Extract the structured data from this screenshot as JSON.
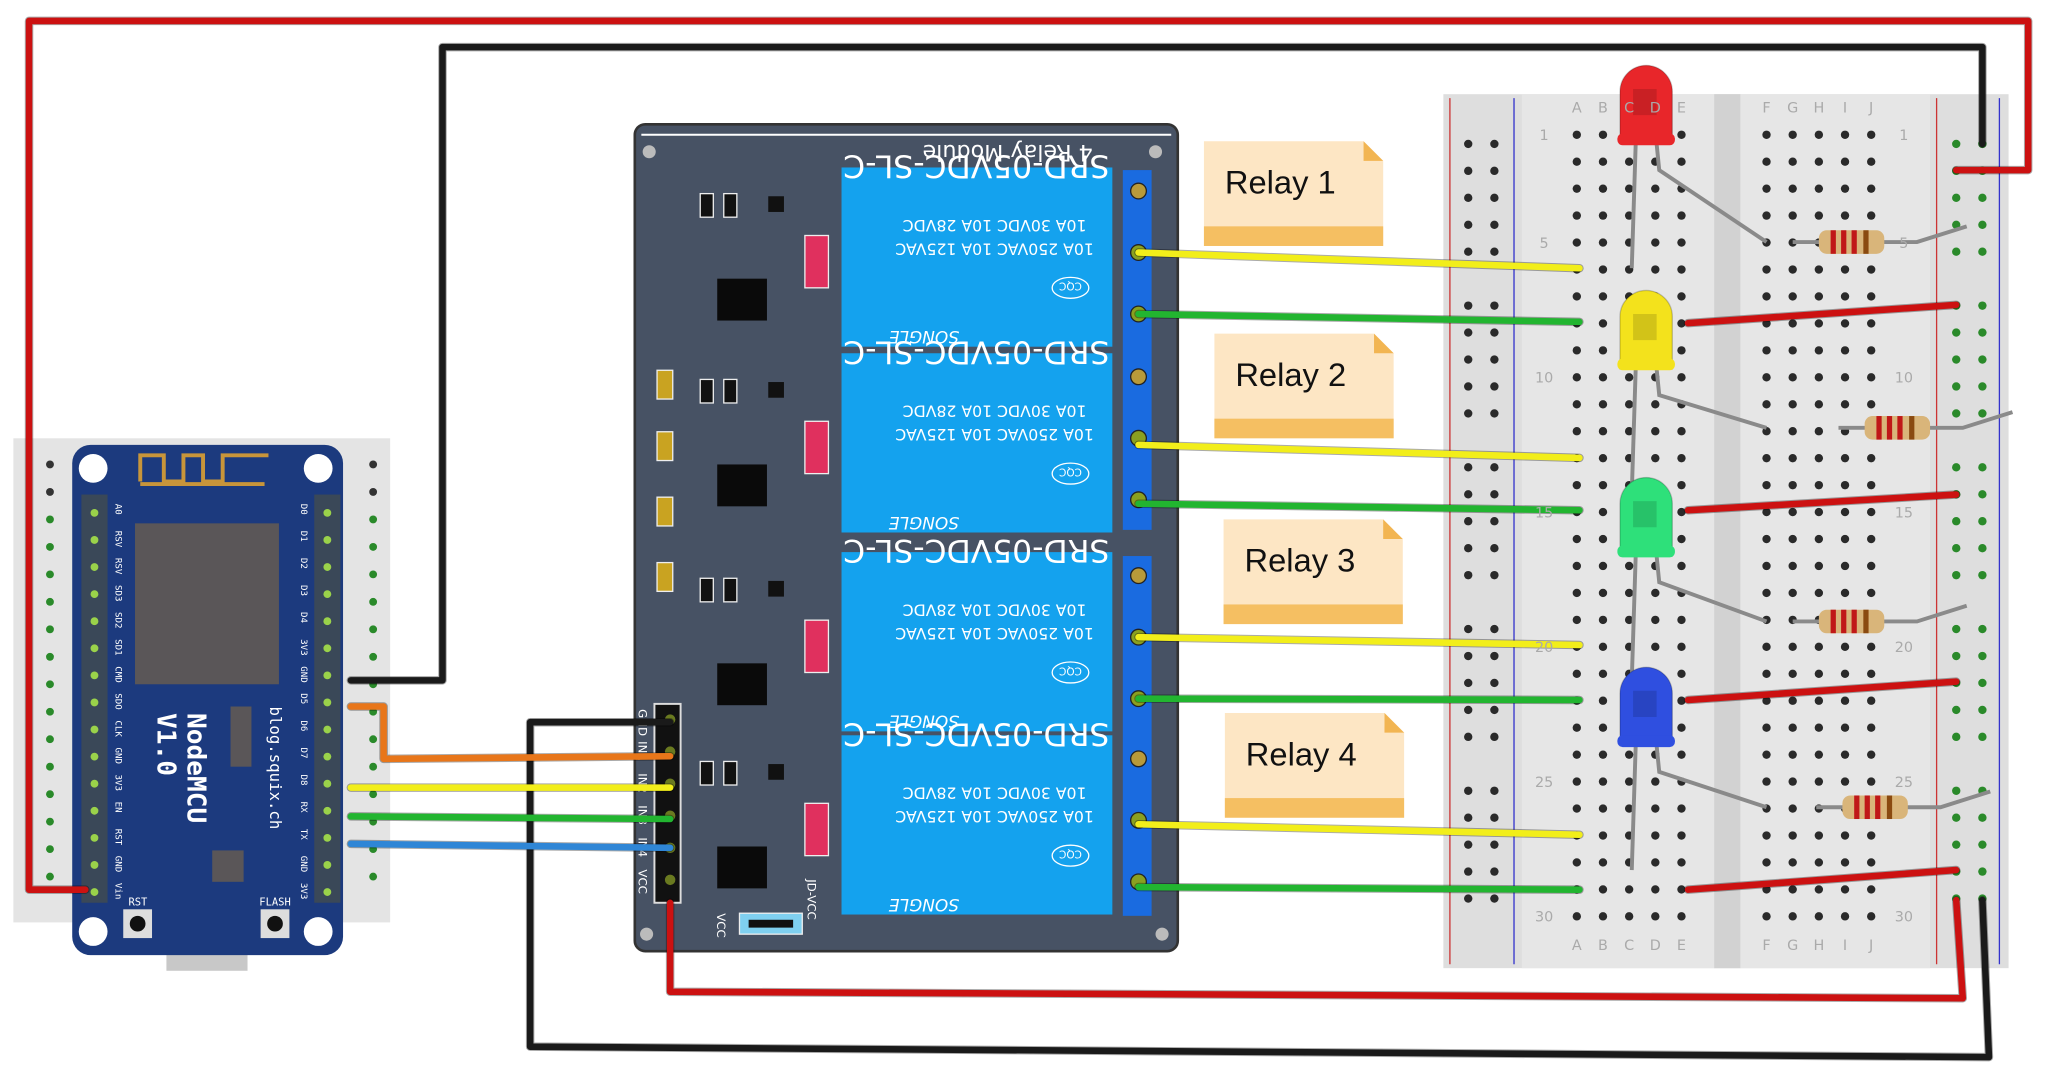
{
  "nodemcu": {
    "name": "NodeMCU",
    "version": "V1.0",
    "site": "blog.squix.ch",
    "rst_label": "RST",
    "flash_label": "FLASH",
    "left_pins": [
      "A0",
      "RSV",
      "RSV",
      "SD3",
      "SD2",
      "SD1",
      "CMD",
      "SDO",
      "CLK",
      "GND",
      "3V3",
      "EN",
      "RST",
      "GND",
      "Vin"
    ],
    "right_pins": [
      "D0",
      "D1",
      "D2",
      "D3",
      "D4",
      "3V3",
      "GND",
      "D5",
      "D6",
      "D7",
      "D8",
      "RX",
      "TX",
      "GND",
      "3V3"
    ],
    "board_color": "#1c3a7e"
  },
  "relay_module": {
    "title": "4 Relay Module",
    "header_pins": [
      "GND",
      "IN1",
      "IN2",
      "IN3",
      "IN4",
      "VCC"
    ],
    "jumper_left": "VCC",
    "jumper_right": "JD-VCC",
    "relay_model": "SRD-05VDC-SL-C",
    "rating_line1": "10A 250VAC  10A 125VAC",
    "rating_line2": "10A 30VDC  10A 28VDC",
    "brand": "SONGLE",
    "cert": "CQC",
    "board_color": "#475264",
    "relay_color": "#14a2ee"
  },
  "relay_notes": [
    "Relay 1",
    "Relay 2",
    "Relay 3",
    "Relay 4"
  ],
  "breadboard": {
    "columns_left": [
      "A",
      "B",
      "C",
      "D",
      "E"
    ],
    "columns_right": [
      "F",
      "G",
      "H",
      "I",
      "J"
    ],
    "row_numbers": [
      "1",
      "5",
      "10",
      "15",
      "20",
      "25",
      "30"
    ]
  },
  "leds": [
    {
      "color": "red",
      "hex": "#e8262a"
    },
    {
      "color": "yellow",
      "hex": "#f3e21c"
    },
    {
      "color": "green",
      "hex": "#2ee07a"
    },
    {
      "color": "blue",
      "hex": "#2f4fe0"
    }
  ],
  "wire_colors": {
    "power": "#cc1111",
    "ground": "#1a1a1a",
    "in1": "#e8761a",
    "in2": "#f2ee1a",
    "in3": "#22b530",
    "in4": "#2f86d6",
    "resistor_lead": "#8a8a8a"
  }
}
